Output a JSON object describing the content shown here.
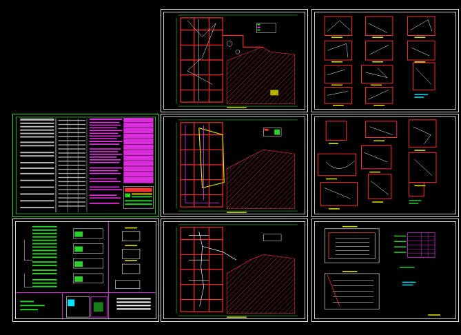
{
  "canvas": {
    "background": "#000000"
  },
  "colors": {
    "frame": "#e6e6e6",
    "wall": "#ff3030",
    "grid": "#2ad12a",
    "wire": "#ffffff",
    "accent": "#e0e000",
    "magenta": "#ff33ff",
    "cyan": "#00e5ff",
    "hatch": "#ff3b3b"
  },
  "sheets": [
    {
      "id": "floor-plan-1",
      "kind": "floor-plan"
    },
    {
      "id": "detail-grid-1",
      "kind": "room-details"
    },
    {
      "id": "legend-sheet",
      "kind": "legend"
    },
    {
      "id": "floor-plan-2",
      "kind": "floor-plan"
    },
    {
      "id": "detail-grid-2",
      "kind": "room-details"
    },
    {
      "id": "riser-diagram",
      "kind": "schematic"
    },
    {
      "id": "floor-plan-3",
      "kind": "floor-plan"
    },
    {
      "id": "hall-plan",
      "kind": "hall-layout"
    }
  ]
}
